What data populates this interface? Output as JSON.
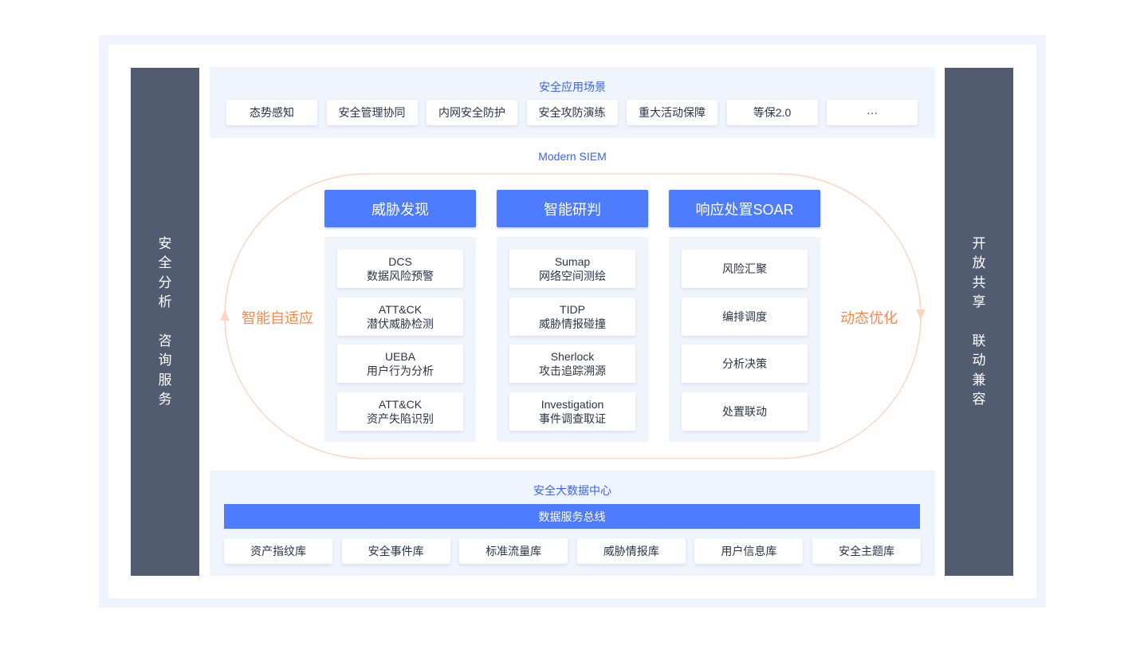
{
  "left_pillar": {
    "line1": [
      "安",
      "全",
      "分",
      "析"
    ],
    "line2": [
      "咨",
      "询",
      "服",
      "务"
    ]
  },
  "right_pillar": {
    "line1": [
      "开",
      "放",
      "共",
      "享"
    ],
    "line2": [
      "联",
      "动",
      "兼",
      "容"
    ]
  },
  "scenarios": {
    "title": "安全应用场景",
    "items": [
      "态势感知",
      "安全管理协同",
      "内网安全防护",
      "安全攻防演练",
      "重大活动保障",
      "等保2.0",
      "···"
    ]
  },
  "siem": {
    "title": "Modern SIEM",
    "left_label": "智能自适应",
    "right_label": "动态优化",
    "cycle_color": "#fbd6c4",
    "accent": "#4d7cfe",
    "columns": [
      {
        "header": "威胁发现",
        "cards": [
          {
            "top": "DCS",
            "bottom": "数据风险预警"
          },
          {
            "top": "ATT&CK",
            "bottom": "潜伏威胁检测"
          },
          {
            "top": "UEBA",
            "bottom": "用户行为分析"
          },
          {
            "top": "ATT&CK",
            "bottom": "资产失陷识别"
          }
        ]
      },
      {
        "header": "智能研判",
        "cards": [
          {
            "top": "Sumap",
            "bottom": "网络空间测绘"
          },
          {
            "top": "TIDP",
            "bottom": "威胁情报碰撞"
          },
          {
            "top": "Sherlock",
            "bottom": "攻击追踪溯源"
          },
          {
            "top": "Investigation",
            "bottom": "事件调查取证"
          }
        ]
      },
      {
        "header": "响应处置SOAR",
        "cards": [
          {
            "top": "风险汇聚"
          },
          {
            "top": "编排调度"
          },
          {
            "top": "分析决策"
          },
          {
            "top": "处置联动"
          }
        ]
      }
    ]
  },
  "data_center": {
    "title": "安全大数据中心",
    "bus": "数据服务总线",
    "items": [
      "资产指纹库",
      "安全事件库",
      "标准流量库",
      "威胁情报库",
      "用户信息库",
      "安全主题库"
    ]
  }
}
